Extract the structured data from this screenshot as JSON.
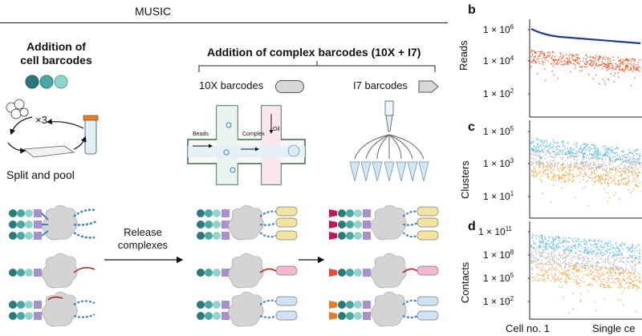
{
  "figure_title": "MUSIC",
  "panel_a": {
    "cell_barcodes_heading": "Addition of\ncell barcodes",
    "cycle_label": "×3",
    "split_pool_label": "Split and pool",
    "complex_barcodes_heading": "Addition of complex barcodes (10X + I7)",
    "tenx_label": "10X barcodes",
    "i7_label": "I7 barcodes",
    "droplet_labels": {
      "beads": "Beads",
      "complex": "Complex",
      "oil": "Oil"
    },
    "release_label": "Release\ncomplexes"
  },
  "panel_b": {
    "letter": "b",
    "ylabel": "Reads",
    "ticks": [
      "1 × 10^6",
      "1 × 10^4",
      "1 × 10^2"
    ]
  },
  "panel_c": {
    "letter": "c",
    "ylabel": "Clusters",
    "ticks": [
      "1 × 10^5",
      "1 × 10^3",
      "1 × 10^1"
    ]
  },
  "panel_d": {
    "letter": "d",
    "ylabel": "Contacts",
    "ticks": [
      "1 × 10^11",
      "1 × 10^8",
      "1 × 10^5",
      "1 × 10^2"
    ]
  },
  "xaxis": {
    "start_label": "Cell no. 1",
    "end_label": "Single ce"
  },
  "colors": {
    "teal_dark": "#2a7a7c",
    "teal_mid": "#4aa8a4",
    "teal_light": "#8fd3c9",
    "purple": "#a98fd0",
    "complex_grey": "#d4d4d4",
    "dna_blue": "#3b7fbf",
    "rna_red": "#b3261e",
    "tenx_yellow": "#f3e3a1",
    "tenx_pink": "#f3b8d0",
    "tenx_blue": "#cfe3f5",
    "i7_magenta": "#c2185b",
    "i7_red": "#e24a3b",
    "i7_orange": "#e67e22",
    "reads_navy": "#1f3c88",
    "reads_orange": "#e8541e",
    "clusters_blue": "#5bbce4",
    "clusters_grey": "#b8b8b8",
    "clusters_orange": "#f0a53a"
  }
}
